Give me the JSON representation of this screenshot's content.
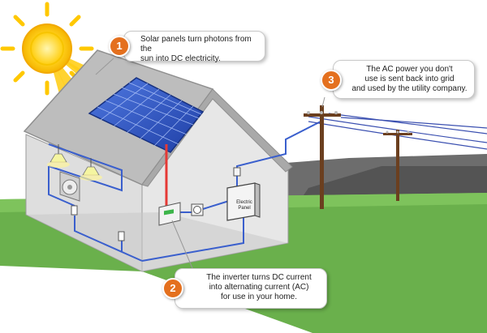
{
  "colors": {
    "grass": "#6ab04c",
    "wall": "#dedede",
    "roof": "#bdbdbd",
    "wire_dc": "#e53935",
    "wire_ac": "#3a5fcd",
    "badge": "#e4701e",
    "sun": "#ffd21e"
  },
  "steps": [
    {
      "number": "1",
      "lines": [
        "Solar panels turn photons from the",
        "sun into DC electricity."
      ]
    },
    {
      "number": "2",
      "lines": [
        "The inverter turns DC current",
        "into alternating current (AC)",
        "for use in your home."
      ]
    },
    {
      "number": "3",
      "lines": [
        "The AC power you don't",
        "use is sent back into grid",
        "and used by the utility company."
      ]
    }
  ],
  "panel": {
    "lines": [
      "Electric",
      "Panel"
    ]
  },
  "icons": [
    "sun-icon",
    "solar-panel-icon",
    "inverter-icon",
    "meter-icon",
    "electric-panel-icon",
    "ceiling-lamp-icon",
    "ac-unit-icon",
    "utility-pole-icon",
    "power-line-icon"
  ]
}
